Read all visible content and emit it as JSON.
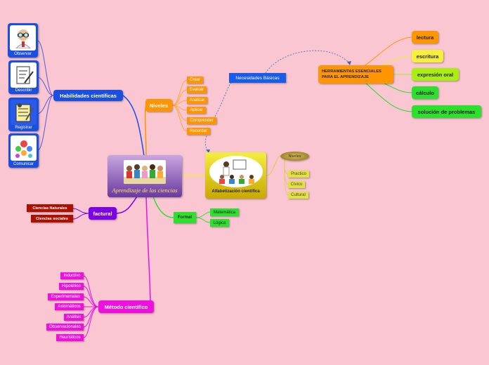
{
  "center": {
    "title": "Aprendizaje de las ciencias"
  },
  "habilidades": {
    "label": "Habilidades científicas",
    "items": [
      {
        "label": "Observar",
        "icon": "scientist-icon"
      },
      {
        "label": "Describir",
        "icon": "writing-icon"
      },
      {
        "label": "Registrar",
        "icon": "notepad-icon"
      },
      {
        "label": "Comunicar",
        "icon": "people-icon"
      }
    ]
  },
  "niveles": {
    "label": "Niveles",
    "items": [
      "Crear",
      "Evaluar",
      "Analizar",
      "Aplicar",
      "Comprender",
      "Recordar"
    ]
  },
  "necesidades": {
    "label": "Necesidades Básicas"
  },
  "herramientas": {
    "label": "HERRAMIENTAS ESENCIALES PARA EL APRENDIZAJE",
    "items": [
      "lectura",
      "escritura",
      "expresión oral",
      "cálculo",
      "solución de problemas"
    ]
  },
  "alfabetizacion": {
    "label": "Alfabetización científica",
    "niveles_label": "Niveles",
    "niveles_items": [
      "Practico",
      "Cívico",
      "Cultural"
    ]
  },
  "formal": {
    "label": "Formal",
    "items": [
      "Matemática",
      "Lógica"
    ]
  },
  "factural": {
    "label": "factural",
    "items": [
      "Ciencias Naturales",
      "Ciencias sociales"
    ]
  },
  "metodo": {
    "label": "Método científico",
    "items": [
      "Inductivo",
      "Hipotético",
      "Experimentales",
      "Axiomáticos",
      "Análisis",
      "Observacionales",
      "Heurísticos"
    ]
  },
  "colors": {
    "background": "#f9c6d2",
    "blue": "#1a4fe0",
    "orange": "#ff9500",
    "yellow": "#f7f03a",
    "lime": "#2ee02e",
    "purple": "#7c00e8",
    "magenta": "#ee11dd",
    "darkred": "#aa1100"
  }
}
